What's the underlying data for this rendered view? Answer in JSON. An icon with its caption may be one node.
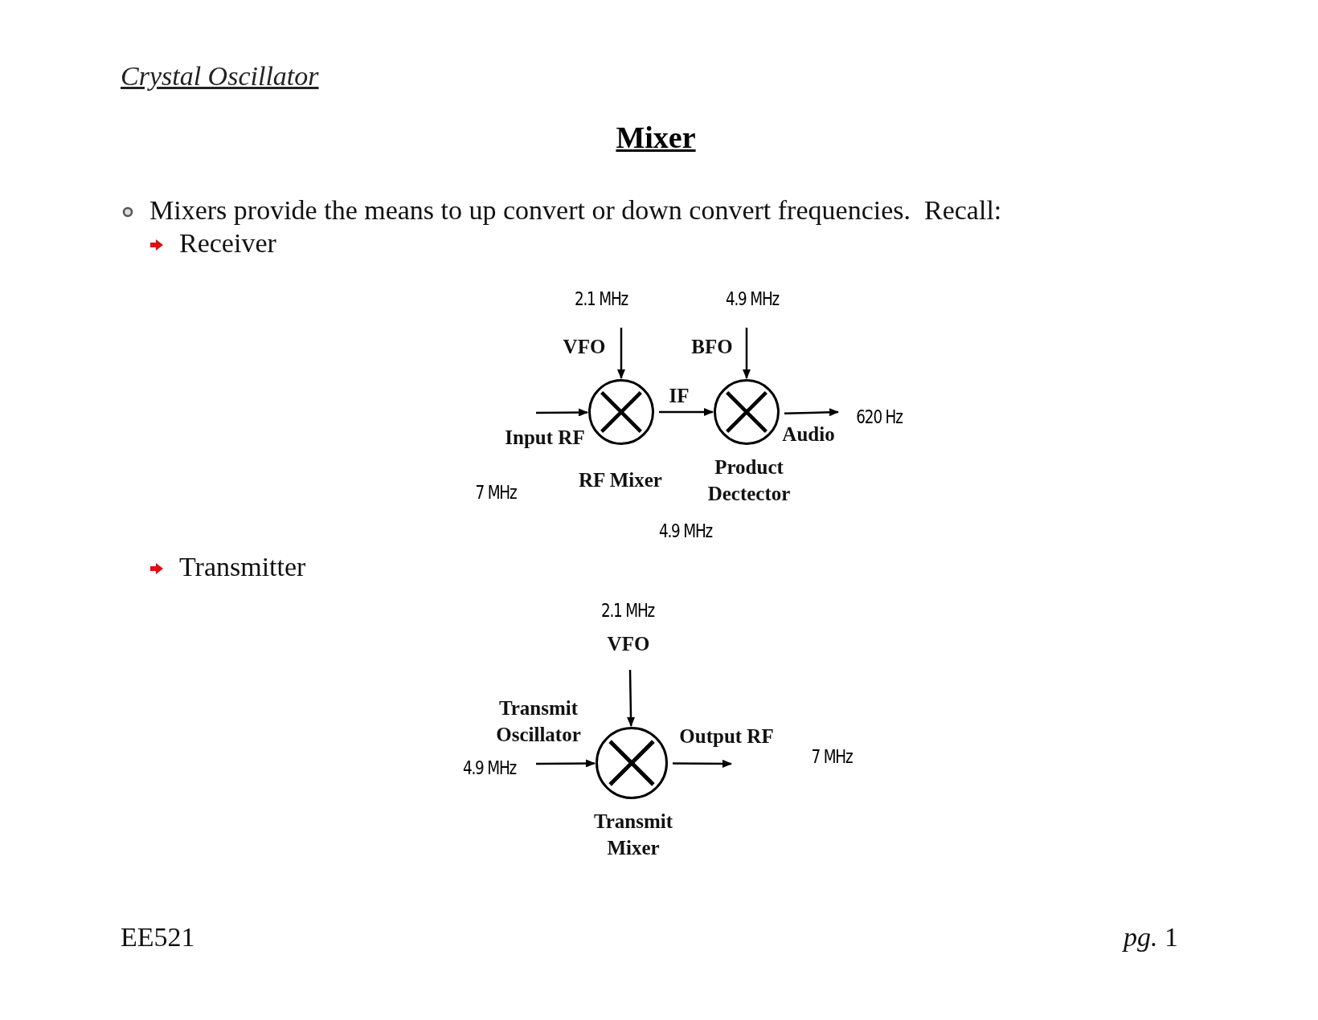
{
  "diagram": {
    "title": "Mixer",
    "nodes": [
      {
        "text": [],
        "shape": "circle",
        "beside": [
          "RF Mixer"
        ]
      },
      {
        "text": [],
        "shape": "circle",
        "beside": [
          "Product Dectector"
        ]
      },
      {
        "text": [
          "620 Hz"
        ]
      },
      {
        "text": [],
        "shape": "circle",
        "beside": [
          "Transmit Mixer"
        ]
      }
    ],
    "edges": [
      {
        "from": null,
        "to": 0,
        "arrow": "to",
        "label": "Input RF"
      },
      {
        "from": null,
        "to": 0,
        "arrow": "to",
        "label": "VFO"
      },
      {
        "from": 0,
        "to": 1,
        "arrow": "to",
        "label": "IF"
      },
      {
        "from": null,
        "to": 1,
        "arrow": "to",
        "label": "BFO"
      },
      {
        "from": 1,
        "to": 2,
        "arrow": "to",
        "label": "Audio"
      },
      {
        "from": null,
        "to": 3,
        "arrow": "to",
        "label": "VFO"
      },
      {
        "from": null,
        "to": 3,
        "arrow": "to",
        "label": "Transmit Oscillator"
      },
      {
        "from": 3,
        "to": null,
        "arrow": "to",
        "label": "Output RF"
      }
    ],
    "labels": [
      "Crystal Oscillator",
      "Mixers provide the means to up convert or down convert frequencies.  Recall:",
      "Receiver",
      "2.1 MHz",
      "4.9 MHz",
      "7 MHz",
      "4.9 MHz",
      "Transmitter",
      "2.1 MHz",
      "4.9 MHz",
      "7 MHz",
      "EE521",
      "*pg.* 1"
    ]
  }
}
